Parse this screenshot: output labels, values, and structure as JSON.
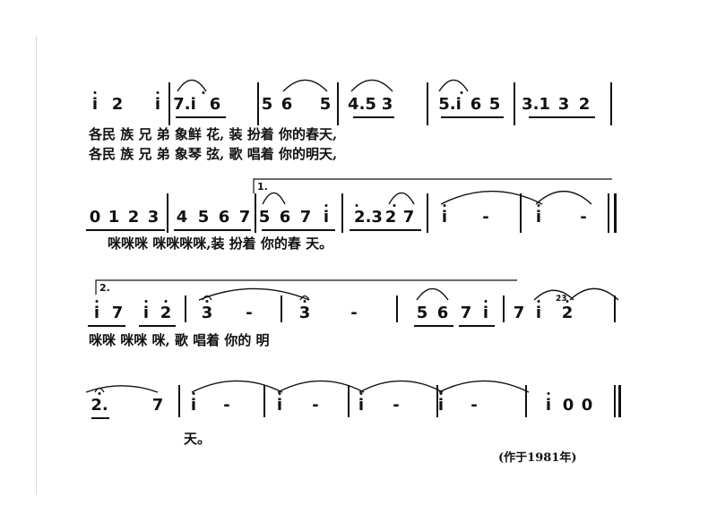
{
  "systems": [
    {
      "tokens": [
        "i",
        "2",
        "i",
        "7.i",
        "6",
        "5",
        "6",
        "5",
        "4.5",
        "3",
        "5.i",
        "6",
        "5",
        "3.1",
        "3",
        "2"
      ],
      "lyrics": [
        "各民  族  兄  弟  象鲜      花,                装  扮着  你的春天,",
        "各民  族  兄  弟  象琴      弦,                歌  唱着  你的明天,"
      ]
    },
    {
      "volta": "1.",
      "tokens": [
        "0",
        "1",
        "2",
        "3",
        "4",
        "5",
        "6",
        "7",
        "5",
        "6",
        "7",
        "i",
        "2.3",
        "2",
        "7",
        "i",
        "-",
        "i",
        "-"
      ],
      "lyrics": [
        "咪咪咪  咪咪咪咪,装  扮着  你的春    天。"
      ]
    },
    {
      "volta": "2.",
      "tokens": [
        "i",
        "7",
        "i",
        "2",
        "3",
        "-",
        "3",
        "-",
        "5",
        "6",
        "7",
        "i",
        "7",
        "i",
        "2",
        "2̇3̇"
      ],
      "lyrics": [
        "咪咪  咪咪    咪,                        歌    唱着    你的  明"
      ]
    },
    {
      "tokens": [
        "2.",
        "7",
        "i",
        "-",
        "i",
        "-",
        "i",
        "-",
        "i",
        "-",
        "i",
        "0",
        "0"
      ],
      "lyrics": [
        "天。"
      ]
    }
  ],
  "credit": "(作于1981年)"
}
